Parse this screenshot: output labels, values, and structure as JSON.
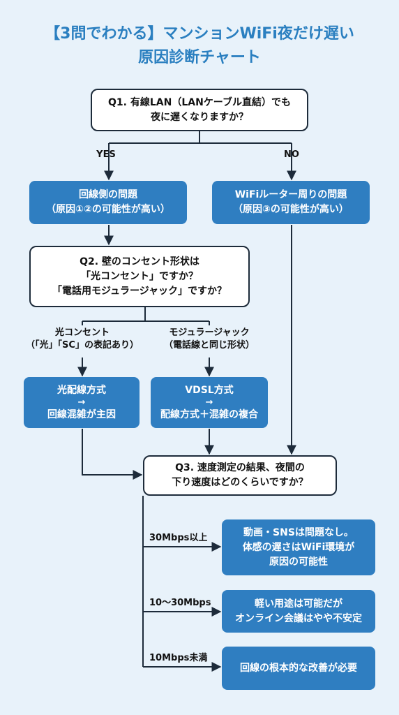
{
  "title": {
    "line1": "【3問でわかる】マンションWiFi夜だけ遅い",
    "line2": "原因診断チャート"
  },
  "q1": {
    "line1": "Q1. 有線LAN（LANケーブル直結）でも",
    "line2": "夜に遅くなりますか？"
  },
  "branch1": {
    "yes": "YES",
    "no": "NO"
  },
  "line_side": {
    "line1": "回線側の問題",
    "line2": "（原因①②の可能性が高い）"
  },
  "router_side": {
    "line1": "WiFiルーター周りの問題",
    "line2": "（原因③の可能性が高い）"
  },
  "q2": {
    "line1": "Q2. 壁のコンセント形状は",
    "line2": "「光コンセント」ですか？",
    "line3": "「電話用モジュラージャック」ですか？"
  },
  "branch2": {
    "optical_line1": "光コンセント",
    "optical_line2": "（「光」「SC」の表記あり）",
    "modular_line1": "モジュラージャック",
    "modular_line2": "（電話線と同じ形状）"
  },
  "optical_result": {
    "line1": "光配線方式",
    "arrow": "→",
    "line2": "回線混雑が主因"
  },
  "vdsl_result": {
    "line1": "VDSL方式",
    "arrow": "→",
    "line2": "配線方式＋混雑の複合"
  },
  "q3": {
    "line1": "Q3. 速度測定の結果、夜間の",
    "line2": "下り速度はどのくらいですか？"
  },
  "speed_results": [
    {
      "label": "30Mbps以上",
      "line1": "動画・SNSは問題なし。",
      "line2": "体感の遅さはWiFi環境が",
      "line3": "原因の可能性"
    },
    {
      "label": "10〜30Mbps",
      "line1": "軽い用途は可能だが",
      "line2": "オンライン会議はやや不安定"
    },
    {
      "label": "10Mbps未満",
      "line1": "回線の根本的な改善が必要"
    }
  ],
  "colors": {
    "background": "#e8f2fa",
    "title": "#2a7fc0",
    "box_blue": "#2f7ec1",
    "box_border": "#1d2b3a",
    "line": "#1d2b3a"
  }
}
